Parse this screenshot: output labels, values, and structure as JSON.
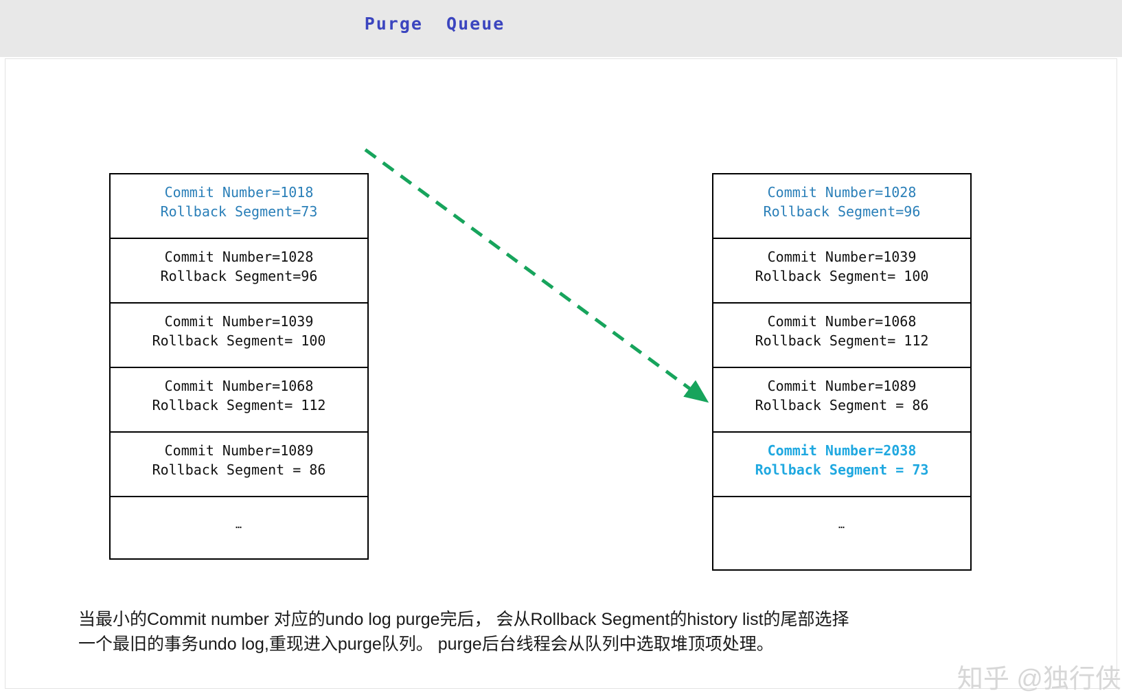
{
  "header": {
    "title": "Purge  Queue",
    "background_color": "#e8e8e8",
    "title_color": "#3b45bf"
  },
  "colors": {
    "blue_text": "#2a7fb8",
    "cyan_highlight": "#1fa8e0",
    "arrow_green": "#17a45c",
    "border_black": "#000000",
    "watermark_gray": "#d7d7d7"
  },
  "diagram": {
    "left_queue": {
      "name": "purge-queue-before",
      "rows": [
        {
          "line1": "Commit Number=1018",
          "line2": "Rollback Segment=73",
          "style": "blue"
        },
        {
          "line1": "Commit Number=1028",
          "line2": "Rollback Segment=96",
          "style": "plain"
        },
        {
          "line1": "Commit Number=1039",
          "line2": "Rollback Segment= 100",
          "style": "plain"
        },
        {
          "line1": "Commit Number=1068",
          "line2": "Rollback Segment= 112",
          "style": "plain"
        },
        {
          "line1": "Commit Number=1089",
          "line2": "Rollback Segment = 86",
          "style": "plain"
        },
        {
          "line1": "…",
          "line2": "",
          "style": "ellipsis"
        }
      ]
    },
    "right_queue": {
      "name": "purge-queue-after",
      "rows": [
        {
          "line1": "Commit Number=1028",
          "line2": "Rollback Segment=96",
          "style": "blue"
        },
        {
          "line1": "Commit Number=1039",
          "line2": "Rollback Segment= 100",
          "style": "plain"
        },
        {
          "line1": "Commit Number=1068",
          "line2": "Rollback Segment= 112",
          "style": "plain"
        },
        {
          "line1": "Commit Number=1089",
          "line2": "Rollback Segment = 86",
          "style": "plain"
        },
        {
          "line1": "Commit Number=2038",
          "line2": "Rollback Segment = 73",
          "style": "cyan"
        },
        {
          "line1": "…",
          "line2": "",
          "style": "ellipsis"
        }
      ]
    },
    "arrow": {
      "label": "",
      "style": "dashed",
      "color": "#17a45c",
      "from": "left-queue-row-1",
      "to": "right-queue-row-5"
    }
  },
  "caption": {
    "line1": "当最小的Commit number 对应的undo log purge完后， 会从Rollback Segment的history list的尾部选择",
    "line2": "一个最旧的事务undo log,重现进入purge队列。 purge后台线程会从队列中选取堆顶项处理。"
  },
  "watermark": {
    "text": "知乎 @独行侠"
  }
}
